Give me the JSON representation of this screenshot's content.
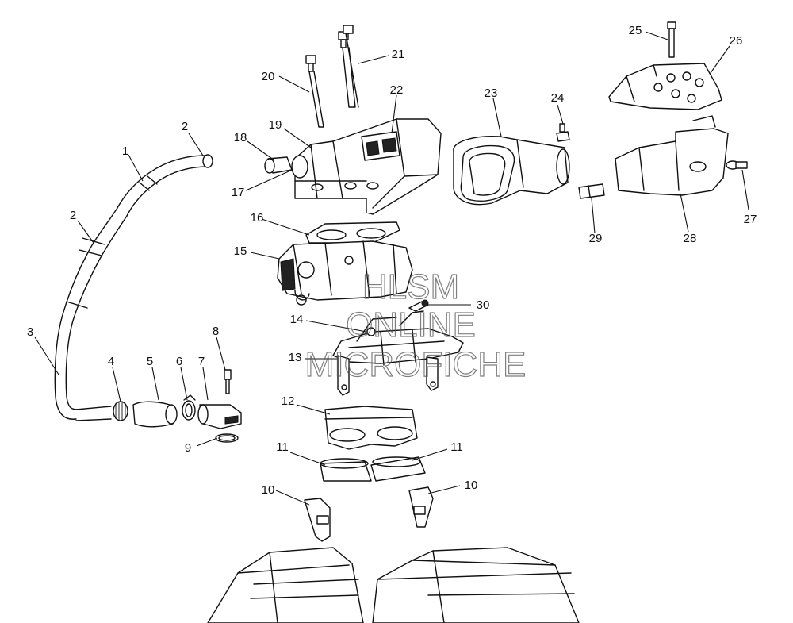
{
  "watermark": {
    "line1": "HLSM",
    "line2": "ONLINE",
    "line3": "MICROFICHE"
  },
  "callouts": [
    {
      "id": "c1",
      "label": "1"
    },
    {
      "id": "c2a",
      "label": "2"
    },
    {
      "id": "c2b",
      "label": "2"
    },
    {
      "id": "c3",
      "label": "3"
    },
    {
      "id": "c4",
      "label": "4"
    },
    {
      "id": "c5",
      "label": "5"
    },
    {
      "id": "c6",
      "label": "6"
    },
    {
      "id": "c7",
      "label": "7"
    },
    {
      "id": "c8",
      "label": "8"
    },
    {
      "id": "c9",
      "label": "9"
    },
    {
      "id": "c10a",
      "label": "10"
    },
    {
      "id": "c10b",
      "label": "10"
    },
    {
      "id": "c11a",
      "label": "11"
    },
    {
      "id": "c11b",
      "label": "11"
    },
    {
      "id": "c12",
      "label": "12"
    },
    {
      "id": "c13",
      "label": "13"
    },
    {
      "id": "c14",
      "label": "14"
    },
    {
      "id": "c15",
      "label": "15"
    },
    {
      "id": "c16",
      "label": "16"
    },
    {
      "id": "c17",
      "label": "17"
    },
    {
      "id": "c18",
      "label": "18"
    },
    {
      "id": "c19",
      "label": "19"
    },
    {
      "id": "c20",
      "label": "20"
    },
    {
      "id": "c21",
      "label": "21"
    },
    {
      "id": "c22",
      "label": "22"
    },
    {
      "id": "c23",
      "label": "23"
    },
    {
      "id": "c24",
      "label": "24"
    },
    {
      "id": "c25",
      "label": "25"
    },
    {
      "id": "c26",
      "label": "26"
    },
    {
      "id": "c27",
      "label": "27"
    },
    {
      "id": "c28",
      "label": "28"
    },
    {
      "id": "c29",
      "label": "29"
    },
    {
      "id": "c30",
      "label": "30"
    }
  ]
}
